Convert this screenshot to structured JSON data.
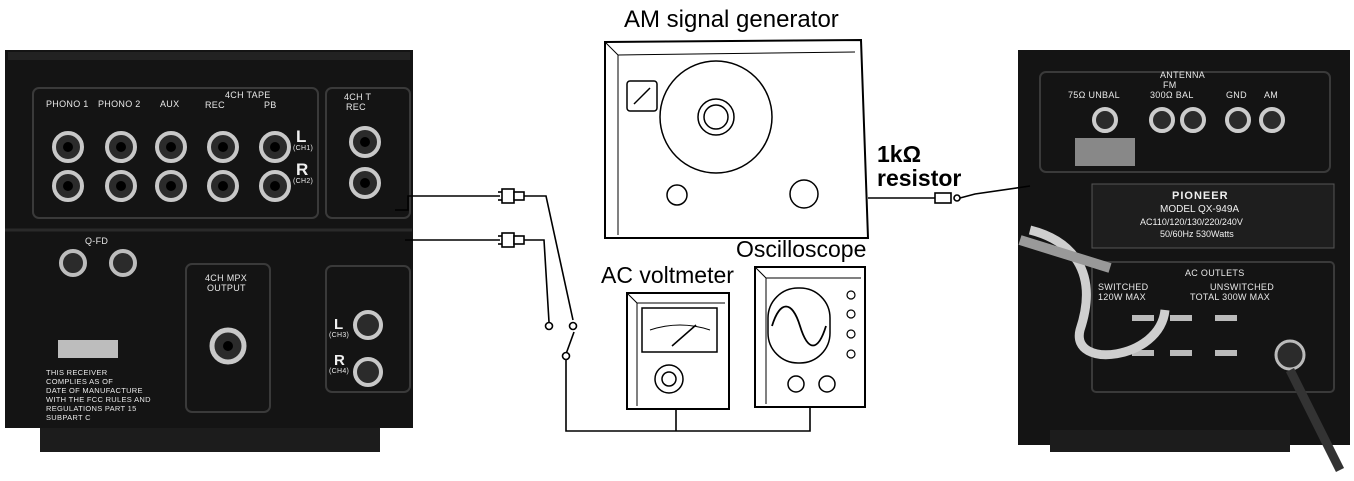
{
  "labels": {
    "am_generator": "AM signal generator",
    "ac_voltmeter": "AC voltmeter",
    "oscilloscope": "Oscilloscope",
    "resistor_value": "1kΩ",
    "resistor_word": "resistor"
  },
  "receiver": {
    "inputs": [
      "PHONO 1",
      "PHONO 2",
      "AUX",
      "4CH TAPE",
      "REC",
      "PB"
    ],
    "channel_top": "L",
    "channel_top_sub": "(CH1)",
    "channel_bottom": "R",
    "channel_bottom_sub": "(CH2)",
    "section_4ch": "4CH T",
    "section_rec": "REC",
    "fm_label": "Q-FD",
    "output_label": "4CH MPX",
    "output_sub": "OUTPUT",
    "lower_left": "L",
    "lower_left_sub": "(CH3)",
    "lower_right": "R",
    "lower_right_sub": "(CH4)",
    "notice": [
      "THIS RECEIVER",
      "COMPLIES AS OF",
      "DATE OF MANUFACTURE",
      "WITH THE FCC RULES AND",
      "REGULATIONS PART 15",
      "SUBPART C"
    ]
  },
  "tuner": {
    "antenna": "ANTENNA",
    "fm": "FM",
    "unbal": "75Ω UNBAL",
    "bal": "300Ω BAL",
    "gnd": "GND",
    "am": "AM",
    "brand": "PIONEER",
    "model": "MODEL QX-949A",
    "ratings1": "AC110/120/130/220/240V",
    "ratings2": "50/60Hz 530Watts",
    "outlets": "AC OUTLETS",
    "switched": "SWITCHED",
    "unswitched": "UNSWITCHED",
    "switched_max": "120W MAX",
    "unswitched_max": "TOTAL 300W MAX"
  },
  "colors": {
    "panel": "#141414",
    "panel_edge": "#2a2a2a",
    "jack_ring": "#c8c8c8",
    "wire": "#000000",
    "instrument_fill": "#ffffff"
  }
}
